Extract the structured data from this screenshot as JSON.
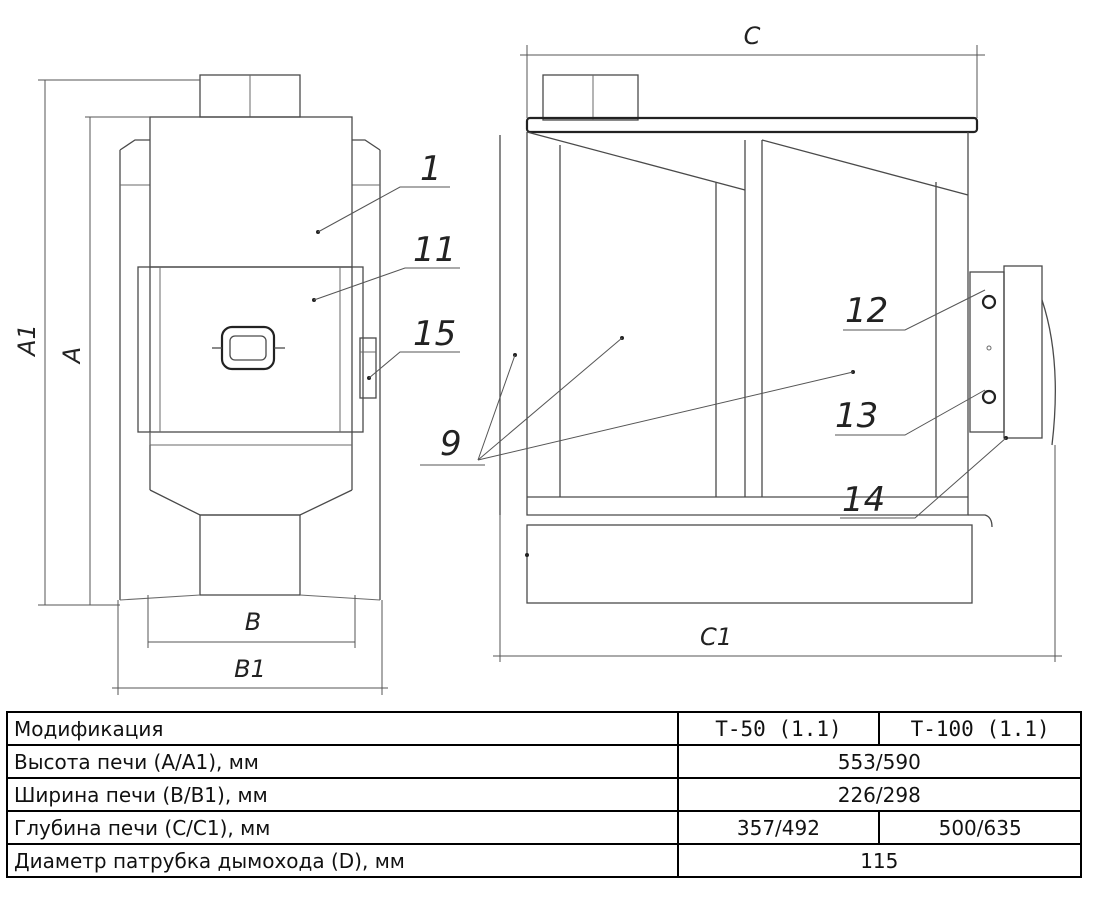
{
  "drawing": {
    "dimension_labels": {
      "a1": "A1",
      "a": "A",
      "b": "B",
      "b1": "B1",
      "c": "C",
      "c1": "C1"
    },
    "callouts": {
      "c1": "1",
      "c11": "11",
      "c15": "15",
      "c12": "12",
      "c13": "13",
      "c9": "9",
      "c14": "14"
    }
  },
  "table": {
    "header": {
      "label": "Модификация",
      "model_1": "T-50 (1.1)",
      "model_2": "T-100 (1.1)"
    },
    "rows": [
      {
        "label": "Высота печи (A/A1), мм",
        "value": "553/590"
      },
      {
        "label": "Ширина печи (B/B1), мм",
        "value": "226/298"
      },
      {
        "label": "Глубина печи (C/C1), мм",
        "value_1": "357/492",
        "value_2": "500/635"
      },
      {
        "label": "Диаметр патрубка дымохода (D), мм",
        "value": "115"
      }
    ]
  }
}
